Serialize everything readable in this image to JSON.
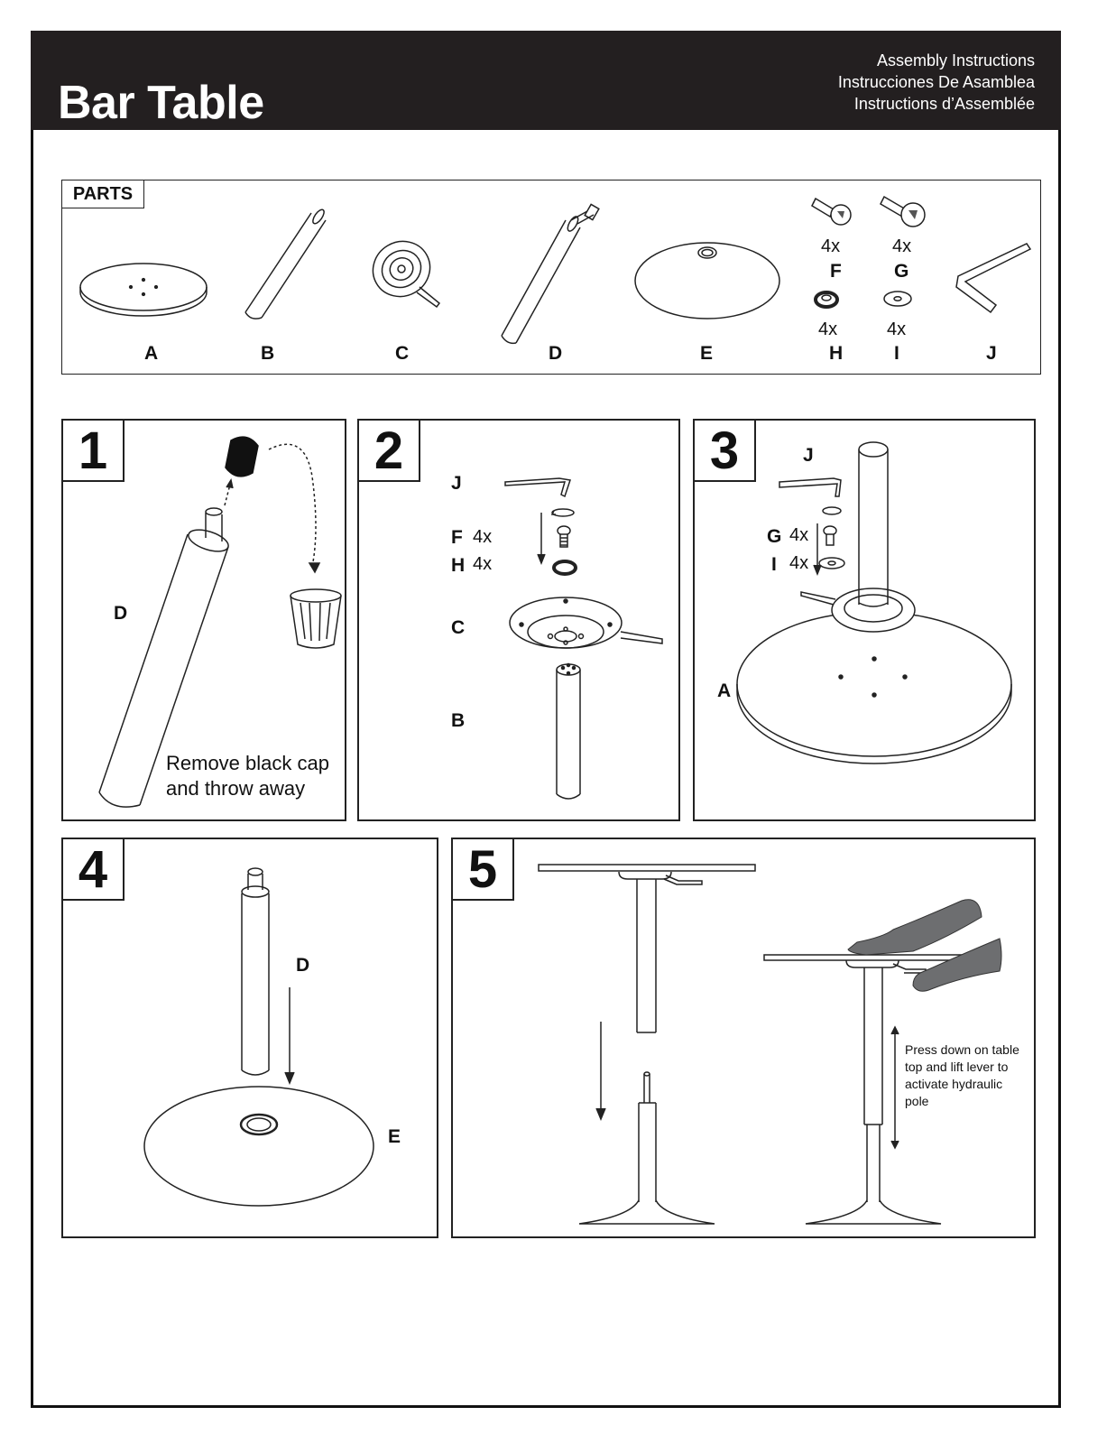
{
  "header": {
    "title": "Bar Table",
    "subtitles": [
      "Assembly Instructions",
      "Instrucciones De Asamblea",
      "Instructions d’Assemblée"
    ]
  },
  "parts": {
    "tag": "PARTS",
    "letters": [
      "A",
      "B",
      "C",
      "D",
      "E",
      "F",
      "G",
      "H",
      "I",
      "J"
    ],
    "qty": "4x"
  },
  "steps": [
    {
      "number": "1",
      "labels": [
        "D"
      ],
      "note": [
        "Remove black cap",
        "and throw away"
      ]
    },
    {
      "number": "2",
      "labels": [
        "J",
        "F",
        "H",
        "C",
        "B"
      ],
      "qty": "4x"
    },
    {
      "number": "3",
      "labels": [
        "J",
        "G",
        "I",
        "A"
      ],
      "qty": "4x"
    },
    {
      "number": "4",
      "labels": [
        "D",
        "E"
      ]
    },
    {
      "number": "5",
      "note": [
        "Press down on table",
        "top and lift lever to",
        "activate hydraulic",
        "pole"
      ]
    }
  ],
  "colors": {
    "header_bg": "#231f20",
    "ink": "#111111",
    "arm": "#6d6e70",
    "cap": "#111111"
  }
}
